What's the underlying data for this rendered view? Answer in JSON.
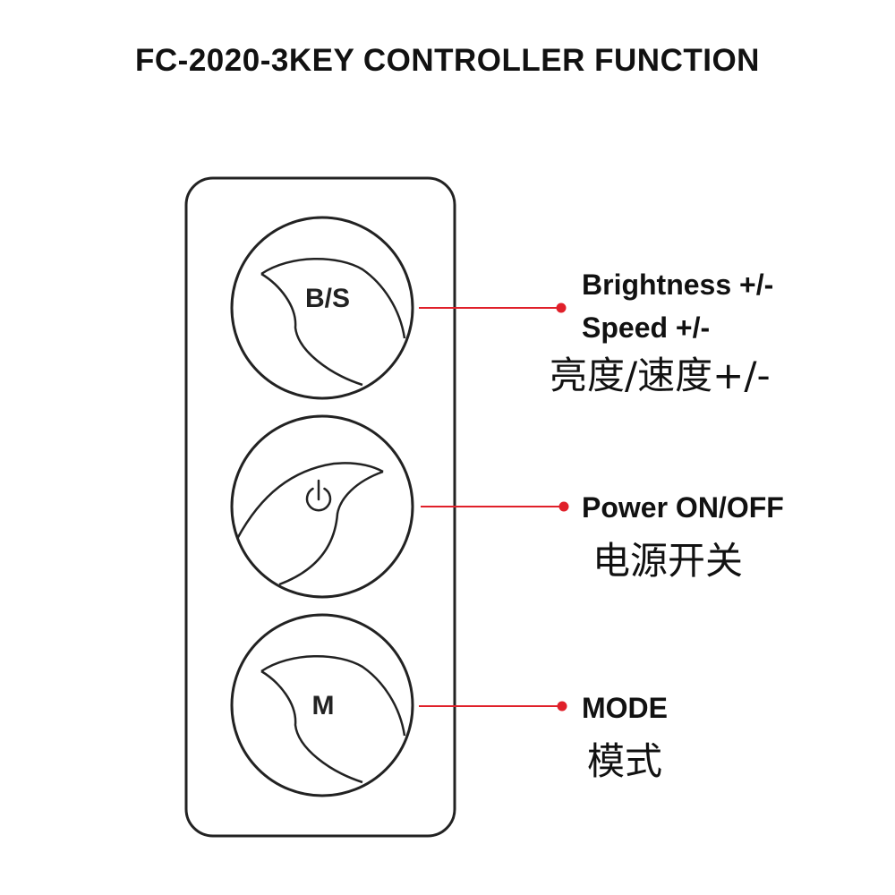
{
  "title": "FC-2020-3KEY CONTROLLER FUNCTION",
  "colors": {
    "outline": "#222222",
    "leader_line": "#e0202a",
    "text": "#111111"
  },
  "keys": [
    {
      "id": "bs",
      "key_label": "B/S",
      "functions": [
        "Brightness +/-",
        "Speed +/-"
      ],
      "chinese": "亮度/速度+/-"
    },
    {
      "id": "power",
      "key_icon": "power-icon",
      "functions": [
        "Power ON/OFF"
      ],
      "chinese": "电源开关"
    },
    {
      "id": "mode",
      "key_label": "M",
      "functions": [
        "MODE"
      ],
      "chinese": "模式"
    }
  ]
}
